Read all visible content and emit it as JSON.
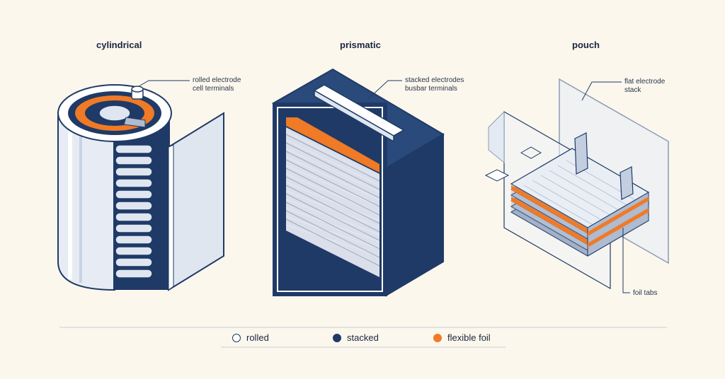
{
  "titles": {
    "cylindrical": "cylindrical",
    "prismatic": "prismatic",
    "pouch": "pouch"
  },
  "callouts": {
    "cylindrical_1": "rolled electrode",
    "cylindrical_2": "cell terminals",
    "prismatic_1": "stacked electrodes",
    "prismatic_2": "busbar terminals",
    "pouch_1": "flat electrode",
    "pouch_2": "stack",
    "pouch_tabs": "foil tabs"
  },
  "legend": {
    "items": [
      {
        "label": "rolled",
        "color": "#ffffff",
        "stroke": "#1f3a66"
      },
      {
        "label": "stacked",
        "color": "#1f3a66",
        "stroke": "#1f3a66"
      },
      {
        "label": "flexible foil",
        "color": "#f07a26",
        "stroke": "#f07a26"
      }
    ]
  },
  "colors": {
    "navy": "#1f3a66",
    "orange": "#f07a26",
    "light_blue": "#dfe6f0",
    "background": "#fbf7ec"
  }
}
